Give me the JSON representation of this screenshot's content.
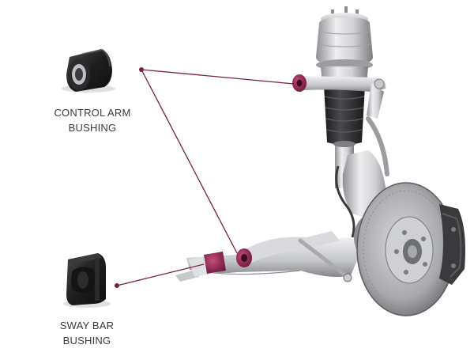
{
  "labels": {
    "control_arm": {
      "line1": "CONTROL ARM",
      "line2": "BUSHING"
    },
    "sway_bar": {
      "line1": "SWAY BAR",
      "line2": "BUSHING"
    }
  },
  "colors": {
    "leader_line": "#7a1f3d",
    "bushing_highlight": "#8a1e4a",
    "bushing_black": "#1c1c1c",
    "metal_light": "#e4e4e6",
    "metal_mid": "#b9babd",
    "metal_dark": "#6d6e72",
    "rubber_boot": "#2a2a2c"
  },
  "icons": {
    "control_arm_bushing": "control-arm-bushing-icon",
    "sway_bar_bushing": "sway-bar-bushing-icon",
    "suspension_assembly": "suspension-assembly-illustration"
  }
}
